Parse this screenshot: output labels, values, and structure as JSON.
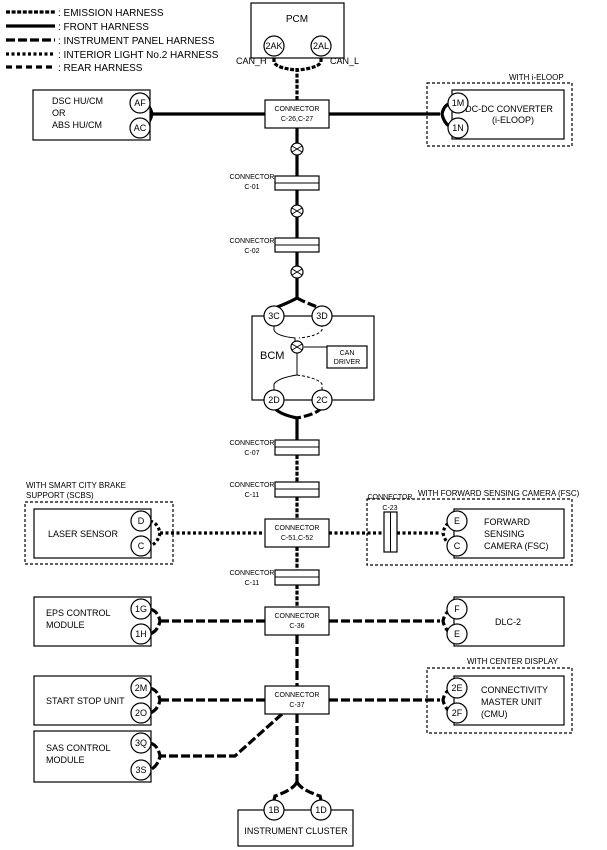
{
  "legend": [
    {
      "key": "emission",
      "label": ": EMISSION HARNESS"
    },
    {
      "key": "front",
      "label": ": FRONT HARNESS"
    },
    {
      "key": "instrument",
      "label": ": INSTRUMENT PANEL HARNESS"
    },
    {
      "key": "interior",
      "label": ": INTERIOR LIGHT No.2 HARNESS"
    },
    {
      "key": "rear",
      "label": ": REAR HARNESS"
    }
  ],
  "pcm": {
    "title": "PCM",
    "pin_left": "2AK",
    "pin_right": "2AL",
    "can_h": "CAN_H",
    "can_l": "CAN_L"
  },
  "connectors": {
    "c26": {
      "title": "CONNECTOR",
      "code": "C-26,C-27"
    },
    "c01": {
      "title": "CONNECTOR",
      "code": "C-01"
    },
    "c02": {
      "title": "CONNECTOR",
      "code": "C-02"
    },
    "c07": {
      "title": "CONNECTOR",
      "code": "C-07"
    },
    "c11a": {
      "title": "CONNECTOR",
      "code": "C-11"
    },
    "c51": {
      "title": "CONNECTOR",
      "code": "C-51,C-52"
    },
    "c11b": {
      "title": "CONNECTOR",
      "code": "C-11"
    },
    "c36": {
      "title": "CONNECTOR",
      "code": "C-36"
    },
    "c37": {
      "title": "CONNECTOR",
      "code": "C-37"
    },
    "c23": {
      "title": "CONNECTOR",
      "code": "C-23"
    }
  },
  "dsc": {
    "line1": "DSC HU/CM",
    "line2": "OR",
    "line3": "ABS HU/CM",
    "pin_top": "AF",
    "pin_bottom": "AC"
  },
  "ieloop": {
    "group_label": "WITH i-ELOOP",
    "line1": "DC-DC CONVERTER",
    "line2": "(i-ELOOP)",
    "pin_top": "1M",
    "pin_bottom": "1N"
  },
  "bcm": {
    "title": "BCM",
    "pin_tl": "3C",
    "pin_tr": "3D",
    "pin_bl": "2D",
    "pin_br": "2C",
    "can_line1": "CAN",
    "can_line2": "DRIVER"
  },
  "laser": {
    "group_line1": "WITH SMART CITY BRAKE",
    "group_line2": "SUPPORT (SCBS)",
    "name": "LASER SENSOR",
    "pin_top": "D",
    "pin_bottom": "C"
  },
  "fsc": {
    "group_label": "WITH FORWARD SENSING CAMERA (FSC)",
    "line1": "FORWARD",
    "line2": "SENSING",
    "line3": "CAMERA (FSC)",
    "pin_top": "E",
    "pin_bottom": "C"
  },
  "eps": {
    "line1": "EPS CONTROL",
    "line2": "MODULE",
    "pin_top": "1G",
    "pin_bottom": "1H"
  },
  "dlc": {
    "name": "DLC-2",
    "pin_top": "F",
    "pin_bottom": "E"
  },
  "startstop": {
    "name": "START STOP UNIT",
    "pin_top": "2M",
    "pin_bottom": "2O"
  },
  "cmu": {
    "group_label": "WITH CENTER DISPLAY",
    "line1": "CONNECTIVITY",
    "line2": "MASTER UNIT",
    "line3": "(CMU)",
    "pin_top": "2E",
    "pin_bottom": "2F"
  },
  "sas": {
    "line1": "SAS CONTROL",
    "line2": "MODULE",
    "pin_top": "3Q",
    "pin_bottom": "3S"
  },
  "cluster": {
    "name": "INSTRUMENT CLUSTER",
    "pin_left": "1B",
    "pin_right": "1D"
  }
}
